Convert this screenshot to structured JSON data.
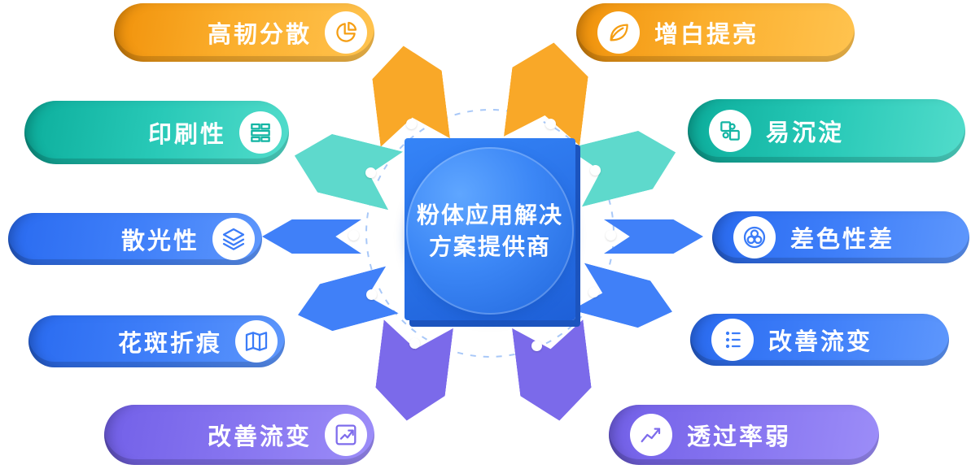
{
  "center": {
    "line1": "粉体应用解决",
    "line2": "方案提供商"
  },
  "left_items": [
    {
      "label": "高韧分散",
      "icon": "pie-chart-icon",
      "color": "#F7A21F"
    },
    {
      "label": "印刷性",
      "icon": "printing-blocks-icon",
      "color": "#17BFAC"
    },
    {
      "label": "散光性",
      "icon": "layers-icon",
      "color": "#3B7CF8"
    },
    {
      "label": "花斑折痕",
      "icon": "folded-map-icon",
      "color": "#3B7CF8"
    },
    {
      "label": "改善流变",
      "icon": "trend-arrow-icon",
      "color": "#8170EF"
    }
  ],
  "right_items": [
    {
      "label": "增白提亮",
      "icon": "leaf-icon",
      "color": "#F7A21F"
    },
    {
      "label": "易沉淀",
      "icon": "puzzle-icon",
      "color": "#17BFAC"
    },
    {
      "label": "差色性差",
      "icon": "color-circles-icon",
      "color": "#3B7CF8"
    },
    {
      "label": "改善流变",
      "icon": "flow-adjust-icon",
      "color": "#3B7CF8"
    },
    {
      "label": "透过率弱",
      "icon": "line-chart-icon",
      "color": "#8170EF"
    }
  ],
  "colors": {
    "orange": "#F7A21F",
    "teal": "#17BFAC",
    "blue": "#3B7CF8",
    "purple": "#8170EF",
    "center_blue": "#2E7BF0",
    "dashed_ring": "#A8C8F8"
  }
}
